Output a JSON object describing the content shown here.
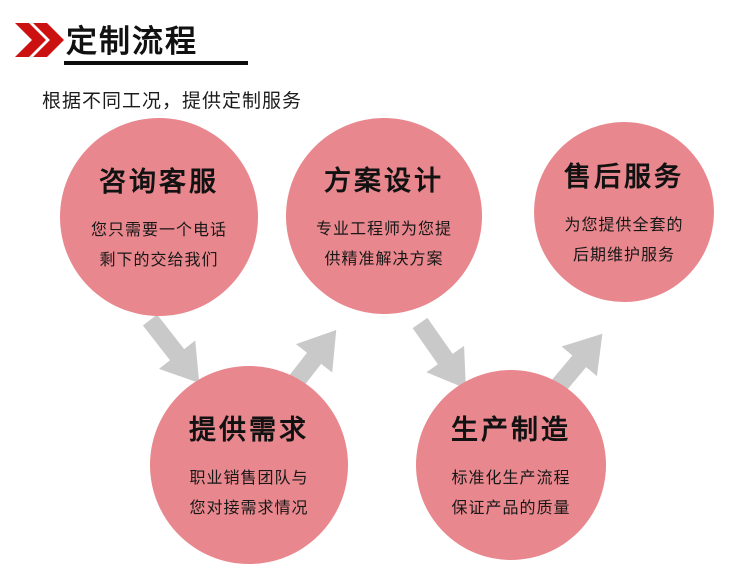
{
  "header": {
    "title": "定制流程",
    "subtitle": "根据不同工况，提供定制服务"
  },
  "steps": [
    {
      "id": "consult",
      "title": "咨询客服",
      "lines": [
        "您只需要一个电话",
        "剩下的交给我们"
      ]
    },
    {
      "id": "design",
      "title": "方案设计",
      "lines": [
        "专业工程师为您提",
        "供精准解决方案"
      ]
    },
    {
      "id": "aftersales",
      "title": "售后服务",
      "lines": [
        "为您提供全套的",
        "后期维护服务"
      ]
    },
    {
      "id": "requirement",
      "title": "提供需求",
      "lines": [
        "职业销售团队与",
        "您对接需求情况"
      ]
    },
    {
      "id": "production",
      "title": "生产制造",
      "lines": [
        "标准化生产流程",
        "保证产品的质量"
      ]
    }
  ],
  "colors": {
    "accent_red": "#cc1111",
    "circle_pink": "#e8878d",
    "arrow_gray": "#c9c9c9",
    "underline_black": "#0d0d0d"
  }
}
